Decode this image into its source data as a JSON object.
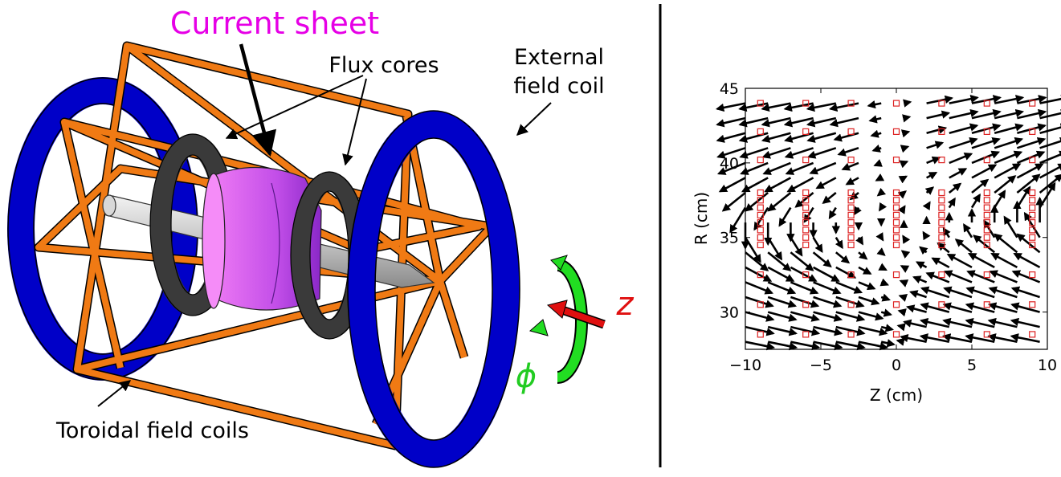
{
  "labels": {
    "current_sheet": "Current sheet",
    "flux_cores": "Flux cores",
    "external_field_coil_line1": "External",
    "external_field_coil_line2": "field coil",
    "toroidal_field_coils": "Toroidal field coils",
    "z_axis": "z",
    "phi_axis": "ϕ"
  },
  "colors": {
    "current_sheet": "#e600e6",
    "external_coil": "#0000c8",
    "toroidal_frame": "#f07a14",
    "flux_core": "#3a3a3a",
    "sheet_fill": "#cc44ee",
    "rod": "#c8c8c8",
    "z_arrow": "#e01010",
    "phi_arrow": "#22dd22",
    "marker": "#dd2222",
    "vector": "#000000",
    "divider": "#000000"
  },
  "chart_data": {
    "type": "quiver",
    "xlabel": "Z (cm)",
    "ylabel": "R (cm)",
    "xlim": [
      -10,
      10
    ],
    "ylim": [
      27.5,
      45
    ],
    "xticks": [
      -10,
      -5,
      0,
      5,
      10
    ],
    "yticks": [
      30,
      35,
      40,
      45
    ],
    "xtick_labels": [
      "−10",
      "−5",
      "0",
      "5",
      "10"
    ],
    "ytick_labels": [
      "30",
      "35",
      "40",
      "45"
    ],
    "grid": false,
    "marker_z": [
      -9,
      -6,
      -3,
      0,
      3,
      6,
      9
    ],
    "marker_r": [
      28.5,
      30.5,
      32.5,
      34.5,
      35,
      35.5,
      36,
      36.5,
      37,
      37.5,
      38,
      40.2,
      42.1,
      44
    ],
    "vector_z": [
      -10,
      -8.5,
      -7,
      -5.5,
      -4,
      -2.5,
      -1,
      0.5,
      2,
      3.5,
      5,
      6.5,
      8,
      9.5
    ],
    "vector_r": [
      28,
      29,
      30,
      31,
      32,
      33,
      34,
      35,
      36,
      37,
      38,
      39,
      40,
      41,
      42,
      43,
      44
    ],
    "vector_field_model": "x-point: Bz = z0*(r-r0)*s, Br = z*s with r0 = 36, s = 0.19"
  }
}
